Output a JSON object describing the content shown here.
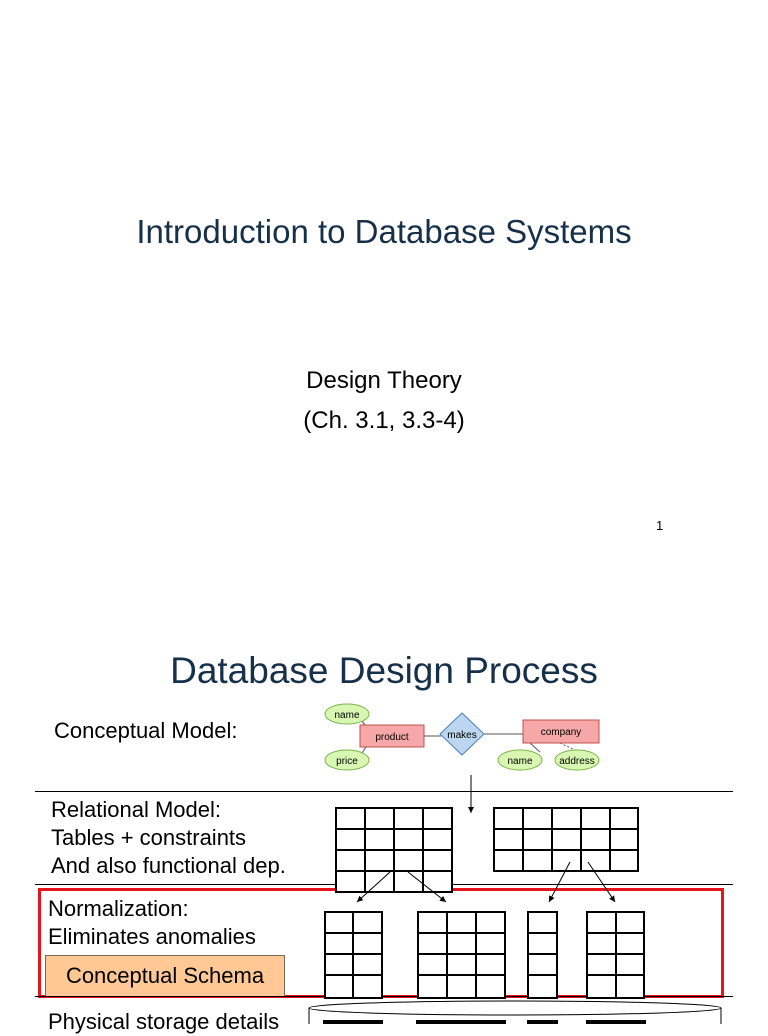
{
  "slide1": {
    "title": "Introduction to Database Systems",
    "subtitle_line1": "Design Theory",
    "subtitle_line2": "(Ch. 3.1, 3.3-4)",
    "page_number": "1"
  },
  "slide2": {
    "title": "Database Design Process",
    "conceptual_label": "Conceptual Model:",
    "relational_label_1": "Relational Model:",
    "relational_label_2": "Tables + constraints",
    "relational_label_3": "And also functional dep.",
    "normalization_label_1": "Normalization:",
    "normalization_label_2": "Eliminates anomalies",
    "schema_box": "Conceptual Schema",
    "physical_label": "Physical storage details",
    "er_diagram": {
      "entity_product": "product",
      "entity_company": "company",
      "relationship": "makes",
      "attr_name_product": "name",
      "attr_price": "price",
      "attr_name_company": "name",
      "attr_address": "address"
    },
    "colors": {
      "title": "#17304a",
      "entity_fill": "#f6a8a8",
      "relationship_fill": "#bcd6ef",
      "attribute_fill": "#d7f7b2",
      "highlight_border": "#e8141c",
      "schema_fill": "#ffc895"
    }
  }
}
